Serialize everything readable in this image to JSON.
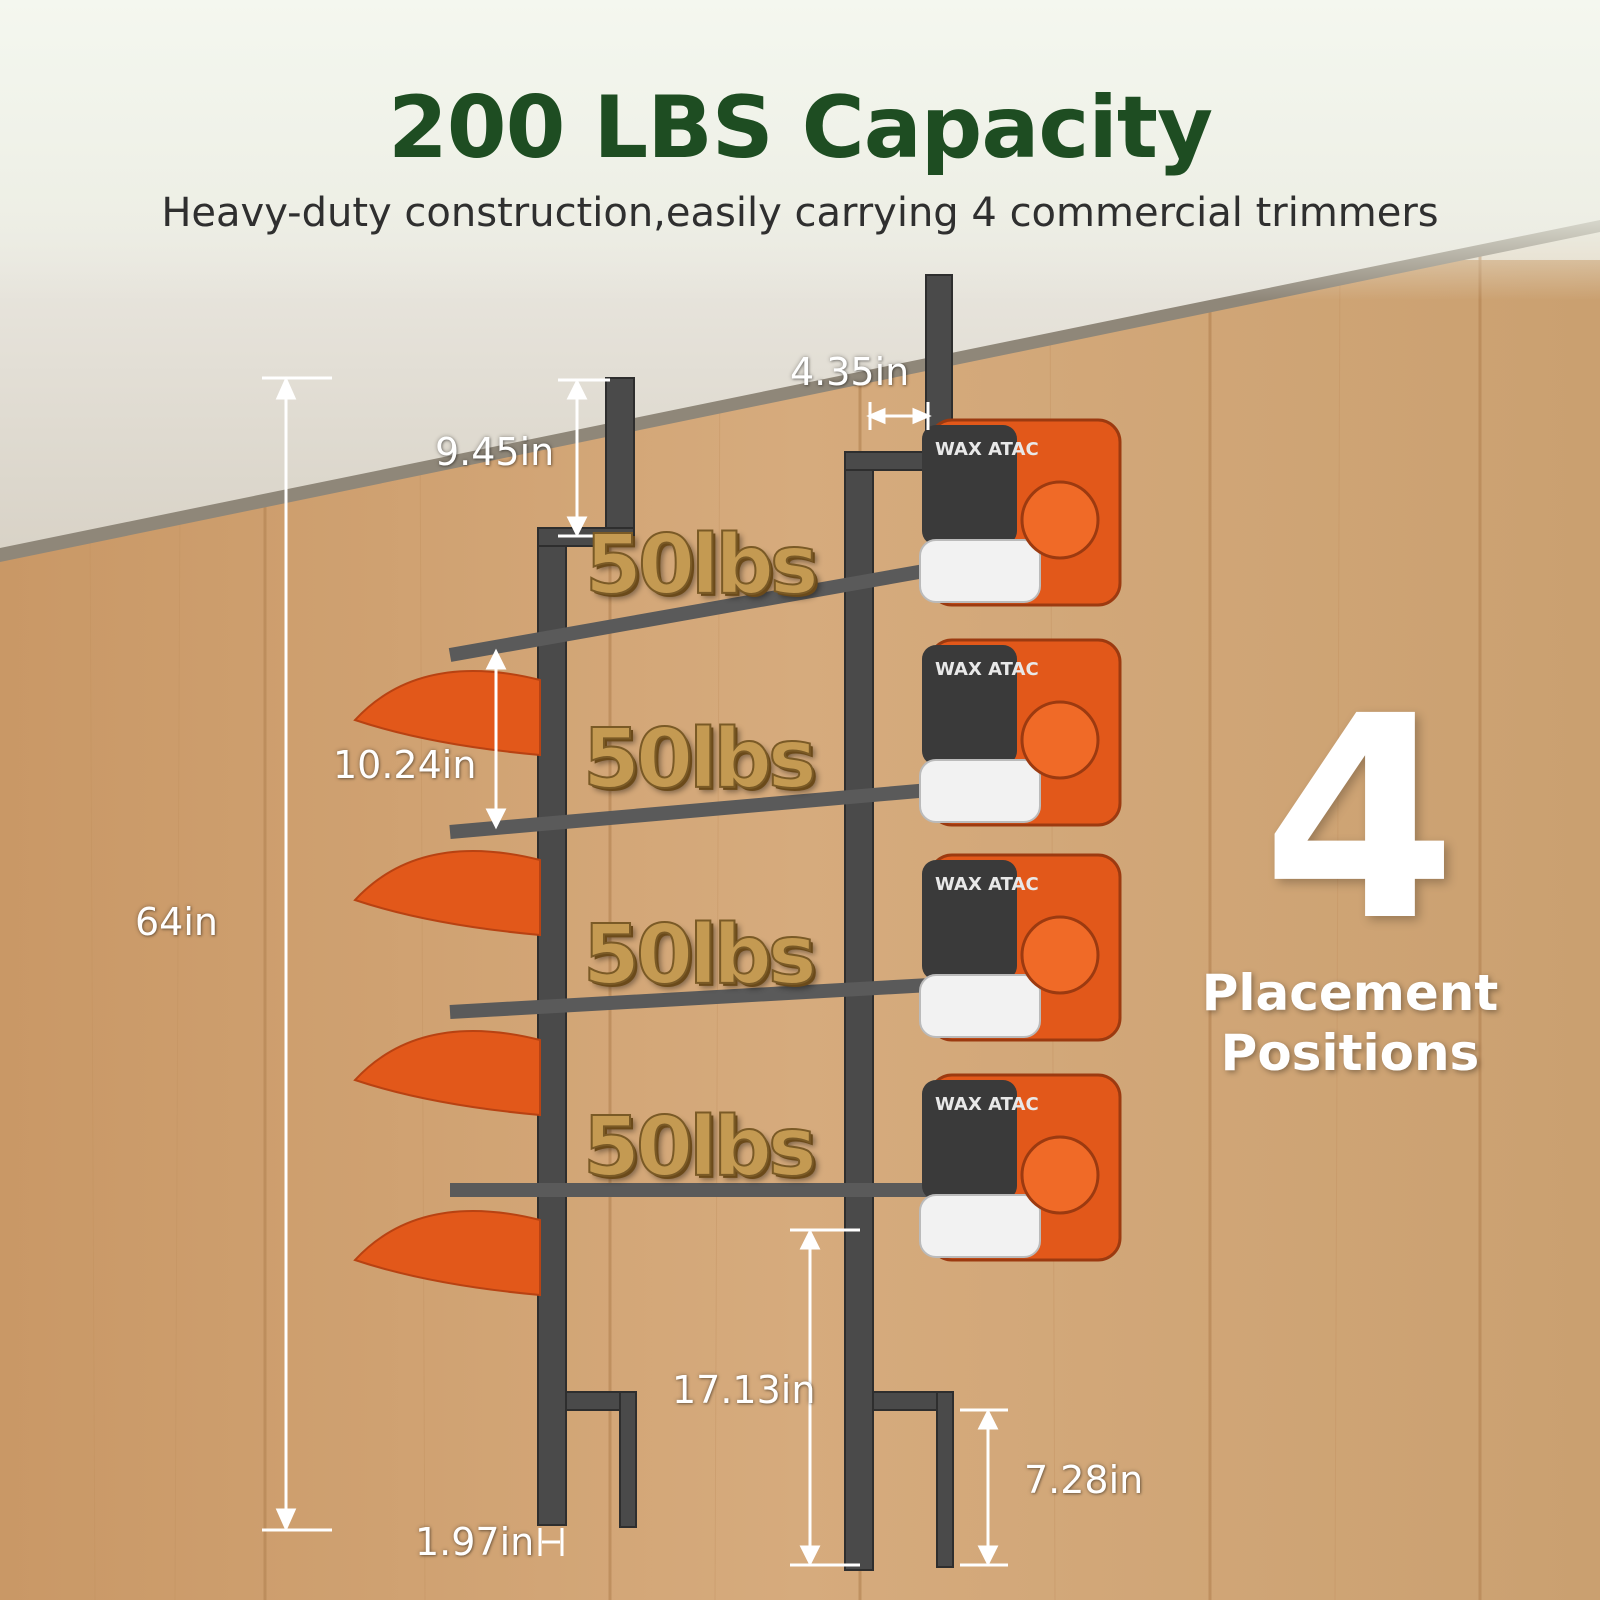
{
  "heading": {
    "title": "200 LBS Capacity",
    "subtitle": "Heavy-duty construction,easily carrying 4 commercial trimmers"
  },
  "dimensions": {
    "total_height": "64in",
    "top_extension": "9.45in",
    "arm_offset": "4.35in",
    "shelf_spacing": "10.24in",
    "bottom_gap": "17.13in",
    "foot_height": "7.28in",
    "foot_depth": "1.97in"
  },
  "load_labels": [
    "50lbs",
    "50lbs",
    "50lbs",
    "50lbs"
  ],
  "placement": {
    "count": "4",
    "line1": "Placement",
    "line2": "Positions"
  },
  "trimmer_decal": "WAX ATAC",
  "colors": {
    "title_green": "#1e4d22",
    "rack_gray": "#4a4a4a",
    "engine_orange": "#e2581a",
    "tank_white": "#f2f2f2",
    "wood": "#cfa476"
  }
}
